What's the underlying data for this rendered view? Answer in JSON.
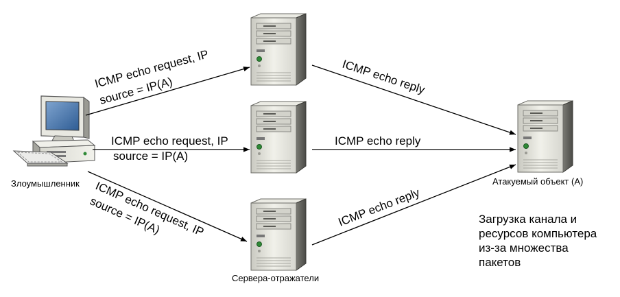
{
  "nodes": {
    "attacker": {
      "label": "Злоумышленник"
    },
    "reflectors": {
      "label": "Сервера-отражатели"
    },
    "victim": {
      "label": "Атакуемый объект (А)"
    }
  },
  "arrows": {
    "request_line1": "ICMP echo request, IP",
    "request_line2": "source = IP(A)",
    "reply": "ICMP echo reply"
  },
  "note": {
    "lines": [
      "Загрузка канала и",
      "ресурсов компьютера",
      "из-за множества",
      "пакетов"
    ]
  }
}
